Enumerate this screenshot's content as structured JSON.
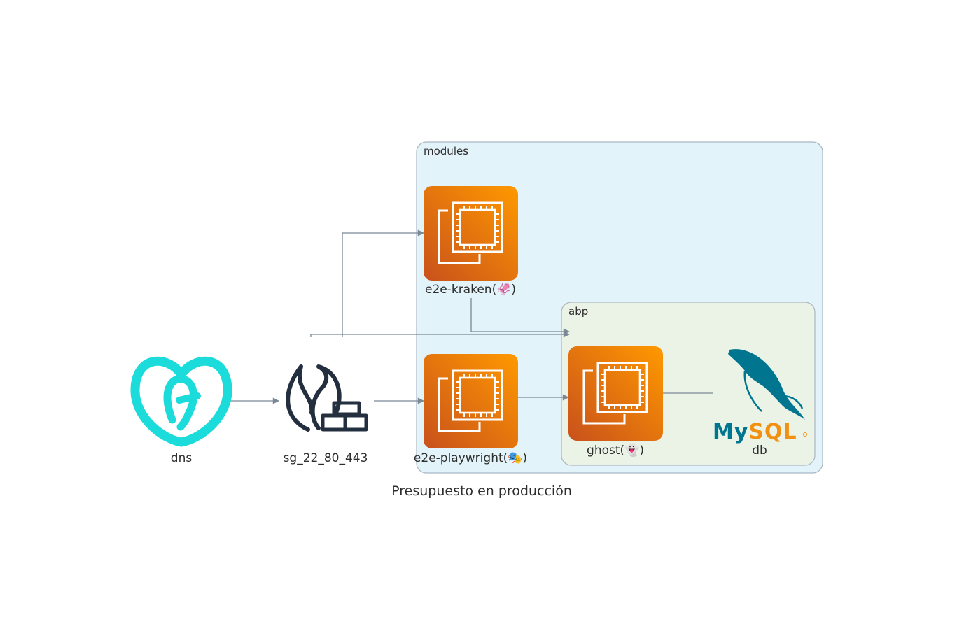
{
  "caption": "Presupuesto en producción",
  "clusters": {
    "modules": {
      "label": "modules",
      "fill": "#e2f3fa",
      "stroke": "#a9b6c2"
    },
    "abp": {
      "label": "abp",
      "fill": "#ebf3e7",
      "stroke": "#a9b6c2"
    }
  },
  "nodes": {
    "dns": {
      "label": "dns",
      "icon": "godaddy-icon",
      "color": "#1bdbdb"
    },
    "firewall": {
      "label": "sg_22_80_443",
      "icon": "firewall-icon",
      "color": "#232f3e"
    },
    "kraken": {
      "label": "e2e-kraken(🦑)",
      "icon": "ec2-icon"
    },
    "playwright": {
      "label": "e2e-playwright(🎭)",
      "icon": "ec2-icon"
    },
    "ghost": {
      "label": "ghost(👻)",
      "icon": "ec2-icon"
    },
    "db": {
      "label": "db",
      "icon": "mysql-icon",
      "logo_text": "MySQL"
    }
  },
  "edges": [
    {
      "from": "dns",
      "to": "firewall"
    },
    {
      "from": "firewall",
      "to": "kraken"
    },
    {
      "from": "firewall",
      "to": "playwright"
    },
    {
      "from": "firewall",
      "to": "abp"
    },
    {
      "from": "kraken",
      "to": "abp"
    },
    {
      "from": "playwright",
      "to": "ghost"
    },
    {
      "from": "ghost",
      "to": "db"
    }
  ],
  "colors": {
    "ec2_gradient_start": "#c8511b",
    "ec2_gradient_end": "#ff9900",
    "edge": "#7b8896",
    "mysql_blue": "#00758f",
    "mysql_orange": "#f29111"
  }
}
